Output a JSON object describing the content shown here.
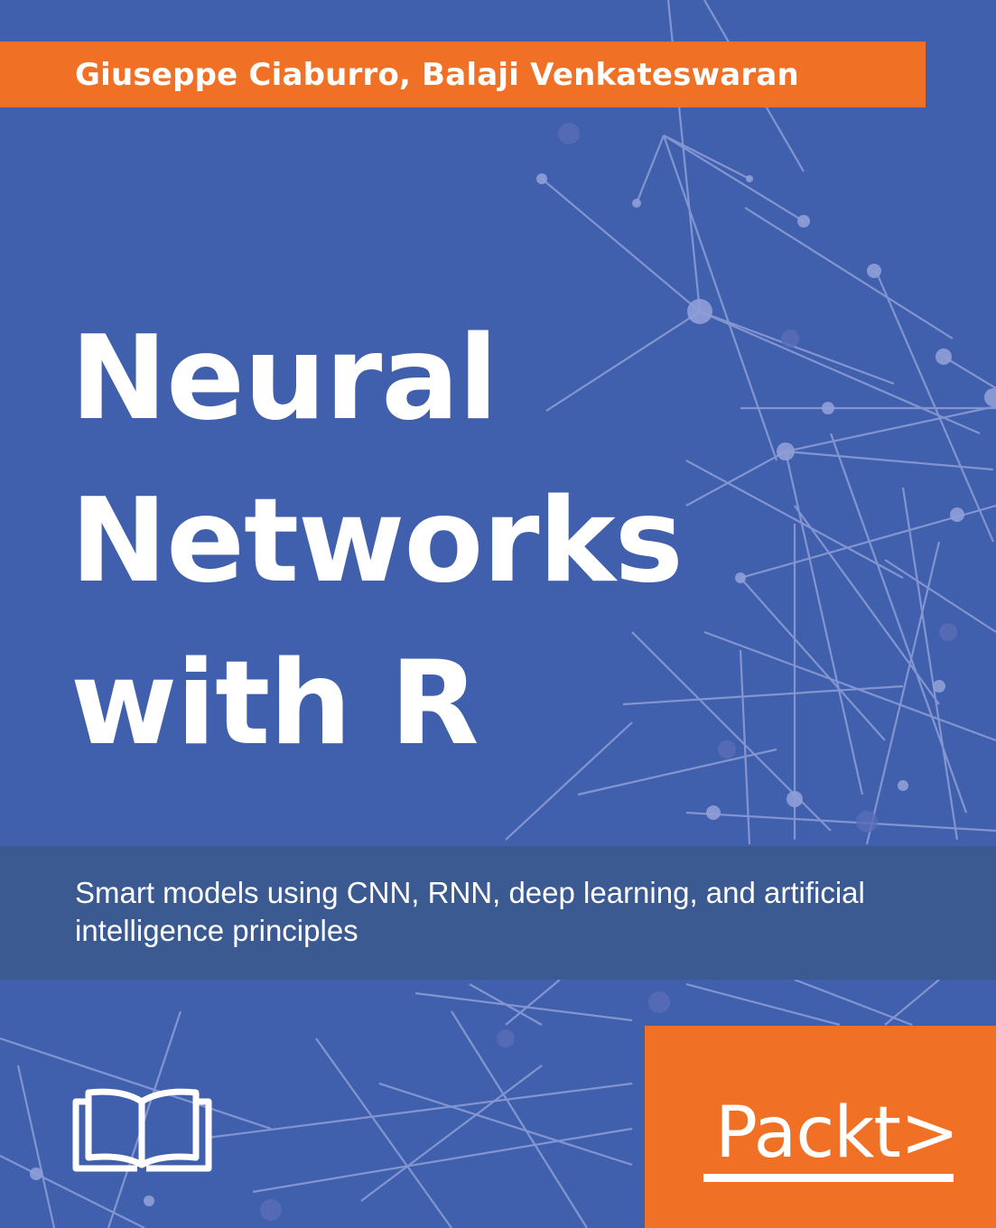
{
  "cover": {
    "authors": "Giuseppe Ciaburro, Balaji Venkateswaran",
    "title_lines": [
      "Neural",
      "Networks",
      "with R"
    ],
    "subtitle": "Smart models using CNN, RNN, deep learning, and artificial intelligence principles",
    "publisher": "Packt>",
    "icons": {
      "book": "open-book-icon",
      "background": "neural-network-graphic"
    },
    "colors": {
      "background": "#4060ad",
      "accent_orange": "#f07126",
      "subtitle_band": "#3b5a91",
      "text": "#ffffff",
      "network_lines": "#8f9fd8"
    }
  }
}
